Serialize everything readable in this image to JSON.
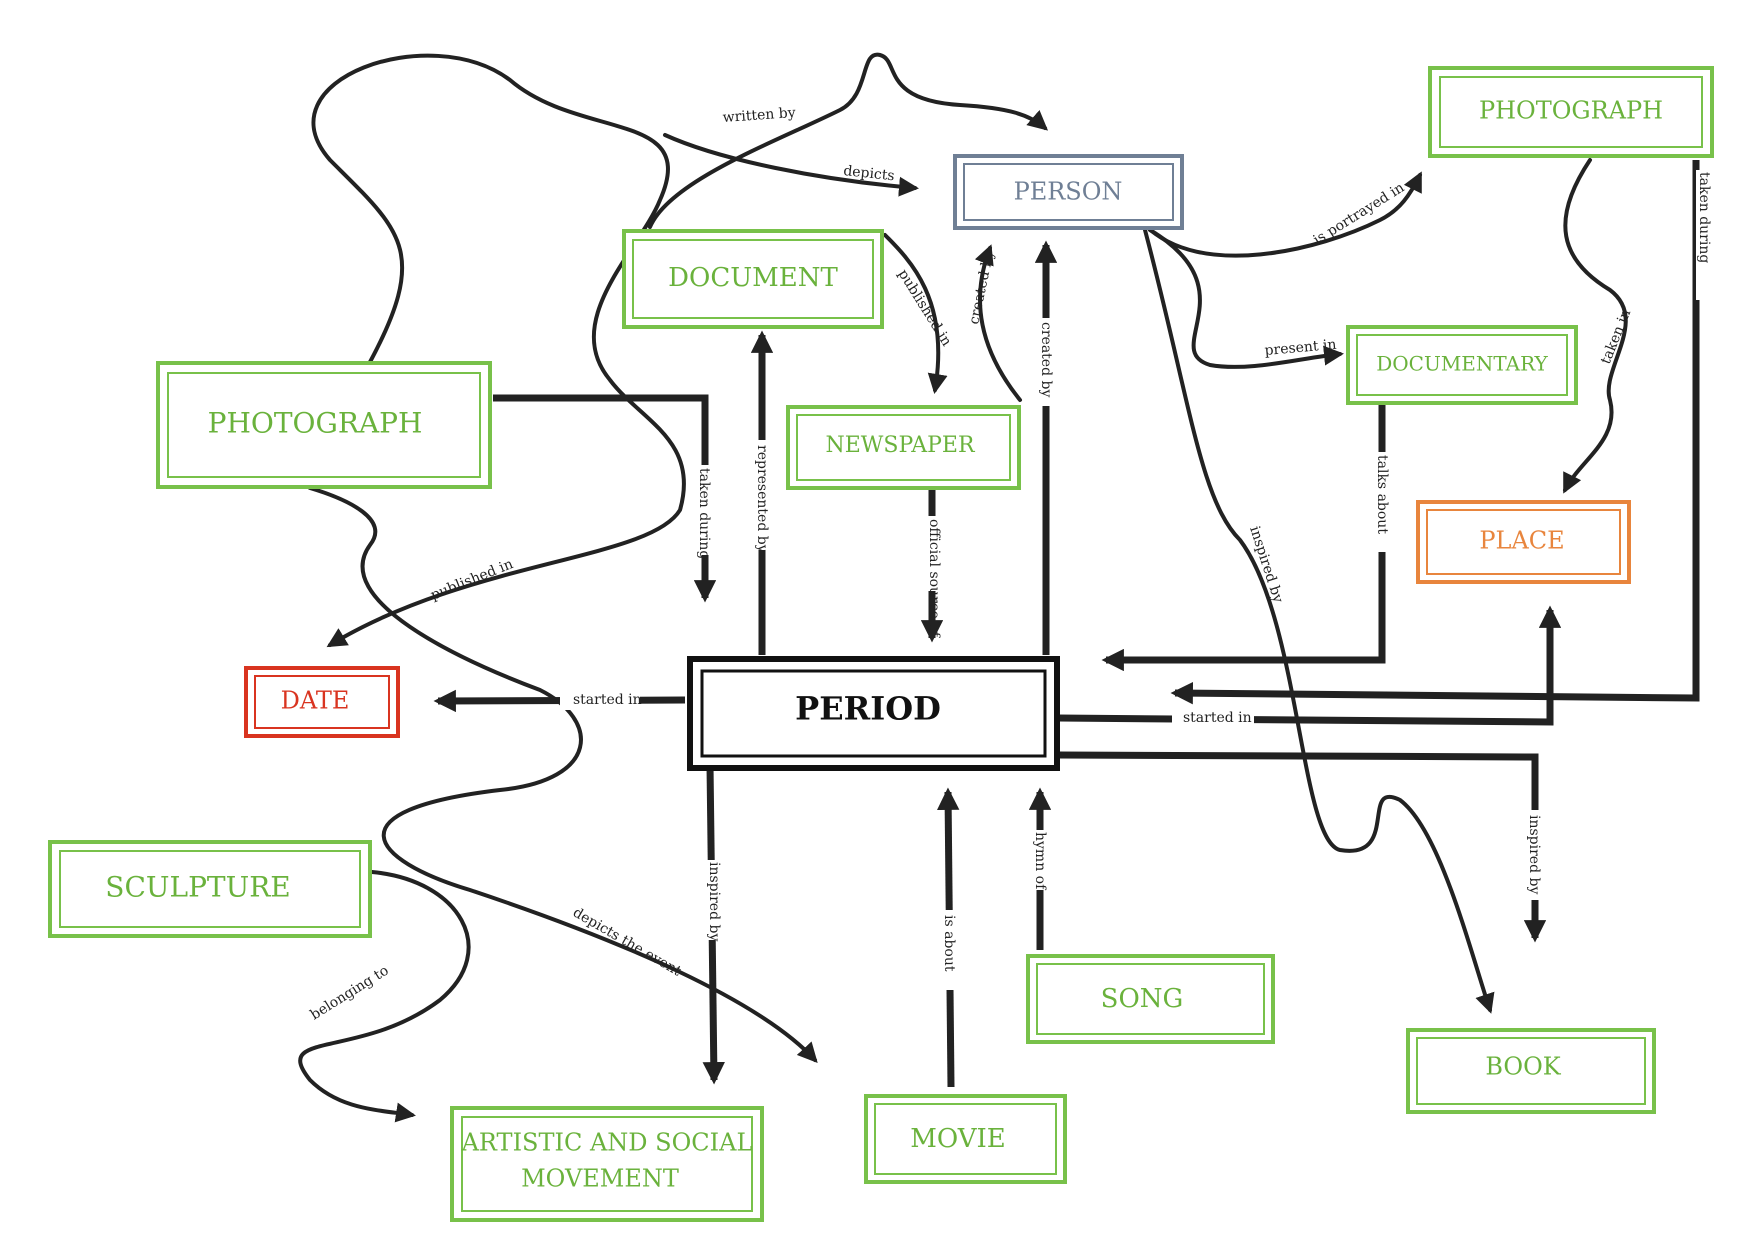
{
  "colors": {
    "green": "#78c14a",
    "green_text": "#6ab23c",
    "blue": "#6f7f95",
    "orange": "#e8853d",
    "red": "#d93420",
    "black": "#111111",
    "line": "#222222"
  },
  "nodes": {
    "photograph_top": "PHOTOGRAPH",
    "person": "PERSON",
    "document": "DOCUMENT",
    "documentary": "DOCUMENTARY",
    "photograph_left": "PHOTOGRAPH",
    "newspaper": "NEWSPAPER",
    "place": "PLACE",
    "date": "DATE",
    "period": "PERIOD",
    "sculpture": "SCULPTURE",
    "song": "SONG",
    "book": "BOOK",
    "artistic_line1": "ARTISTIC AND SOCIAL",
    "artistic_line2": "MOVEMENT",
    "movie": "MOVIE"
  },
  "edges": {
    "written_by": "written by",
    "depicts": "depicts",
    "is_portrayed_in": "is portrayed in",
    "taken_during_top": "taken during",
    "published_in_doc": "published in",
    "created_by_news": "created by",
    "created_by_period": "created by",
    "present_in": "present in",
    "taken_in": "taken in",
    "taken_during_left": "taken during",
    "represented_by": "represented by",
    "official_source_of": "official source of",
    "talks_about": "talks about",
    "inspired_by_person": "inspired by",
    "published_in_photo": "published in",
    "started_in_left": "started in",
    "started_in_right": "started in",
    "inspired_by_right": "inspired by",
    "inspired_by_down": "inspired by",
    "hymn_of": "hymn of",
    "is_about": "is about",
    "depicts_the_event": "depicts the event",
    "belonging_to": "belonging to"
  }
}
